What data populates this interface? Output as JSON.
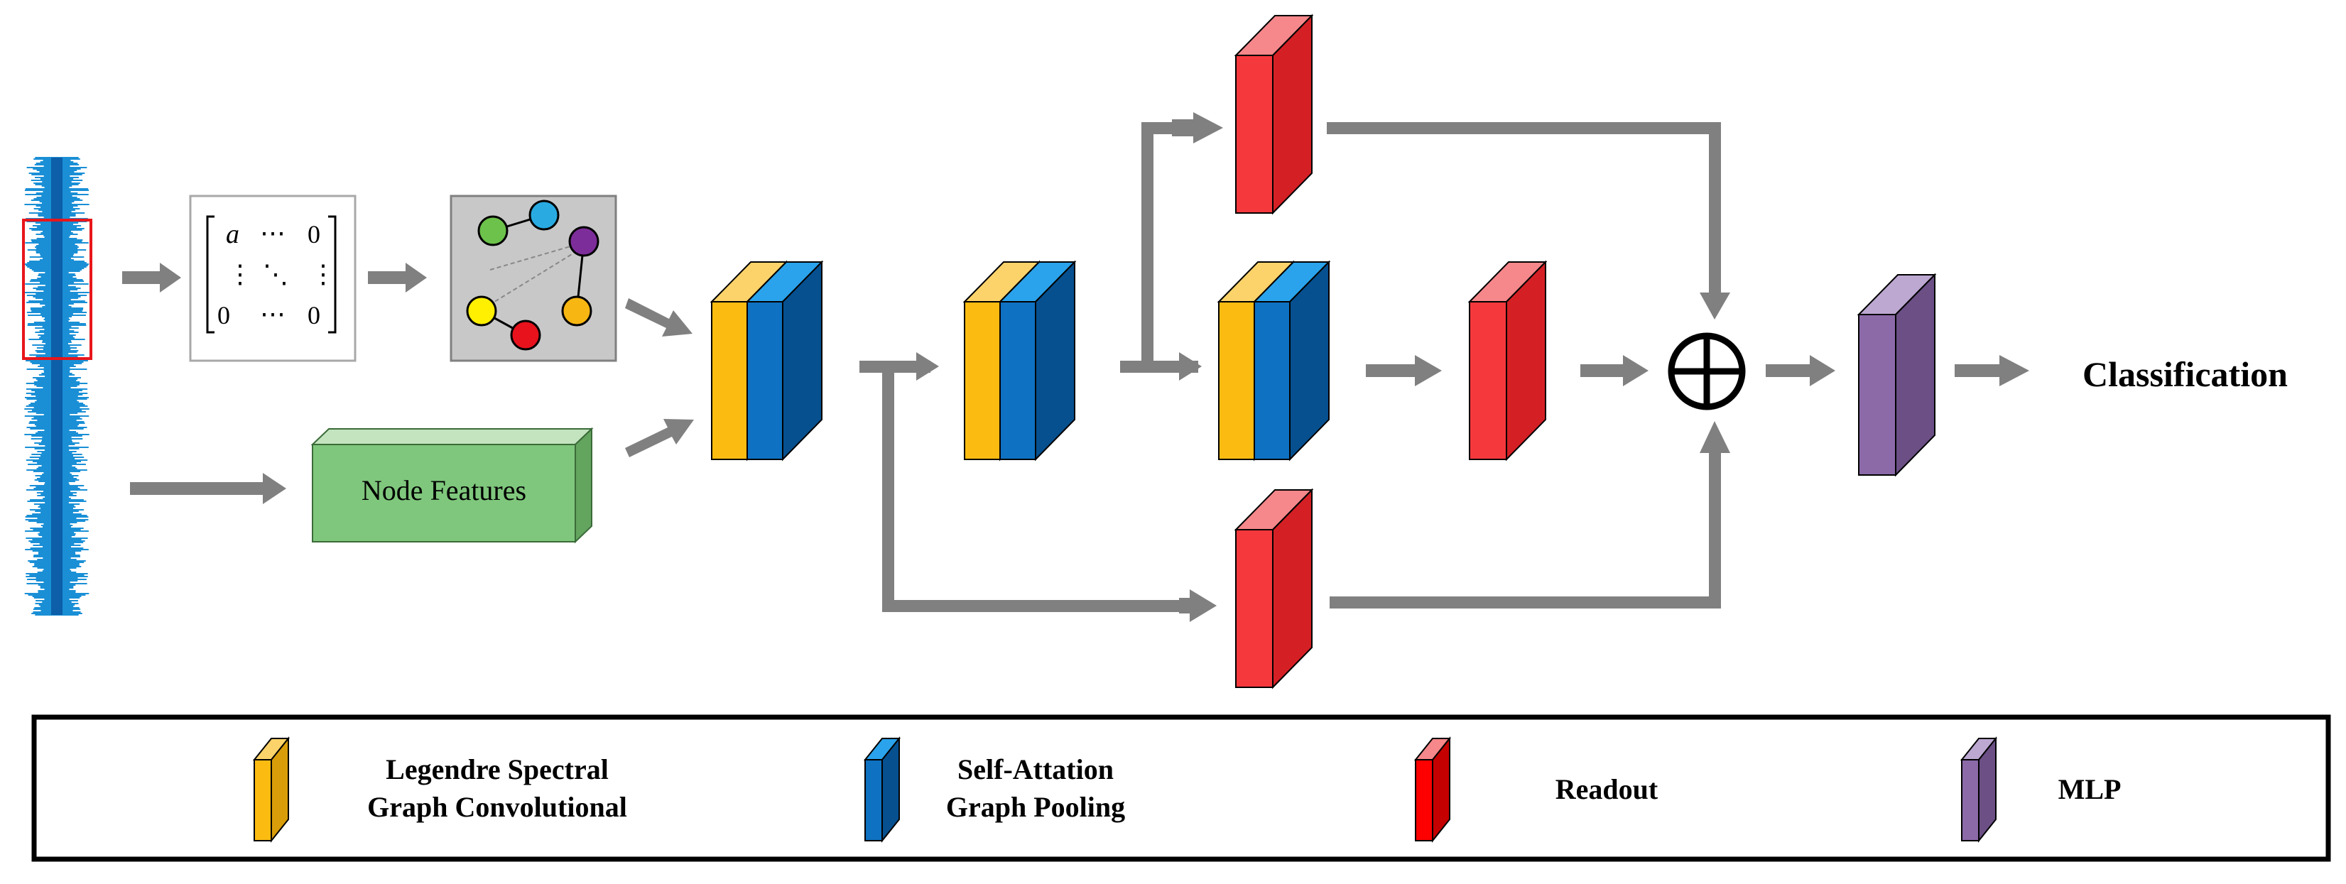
{
  "matrix": {
    "top_left": "a",
    "top_mid": "⋯",
    "top_right": "0",
    "mid_left": "⋮",
    "mid_mid": "⋱",
    "mid_right": "⋮",
    "bot_left": "0",
    "bot_mid": "⋯",
    "bot_right": "0"
  },
  "node_features": {
    "label": "Node Features"
  },
  "sum_symbol": "⊕",
  "output_label": "Classification",
  "legend": {
    "items": [
      {
        "line1": "Legendre Spectral",
        "line2": "Graph Convolutional",
        "icon": "yellow-block-icon"
      },
      {
        "line1": "Self-Attation",
        "line2": "Graph Pooling",
        "icon": "blue-block-icon"
      },
      {
        "line1": "Readout",
        "line2": "",
        "icon": "red-block-icon"
      },
      {
        "line1": "MLP",
        "line2": "",
        "icon": "purple-block-icon"
      }
    ]
  },
  "colors": {
    "arrow": "#808080",
    "signal": "#1a8fd6",
    "highlight_box": "#e8161b",
    "yellow_front": "#fbbb11",
    "yellow_top": "#fcd36a",
    "blue_front": "#0e71c2",
    "blue_side": "#06508f",
    "blue_top": "#2aa3ec",
    "red_front": "#f5383c",
    "red_side": "#d42025",
    "red_top": "#f6878a",
    "purple_front": "#8b6aa7",
    "purple_side": "#6b4f85",
    "purple_top": "#bda8d2",
    "green_front": "#7fc77c",
    "green_side": "#63a45f",
    "green_top": "#c3e4bf",
    "graph_bg": "#c8c8c8"
  }
}
